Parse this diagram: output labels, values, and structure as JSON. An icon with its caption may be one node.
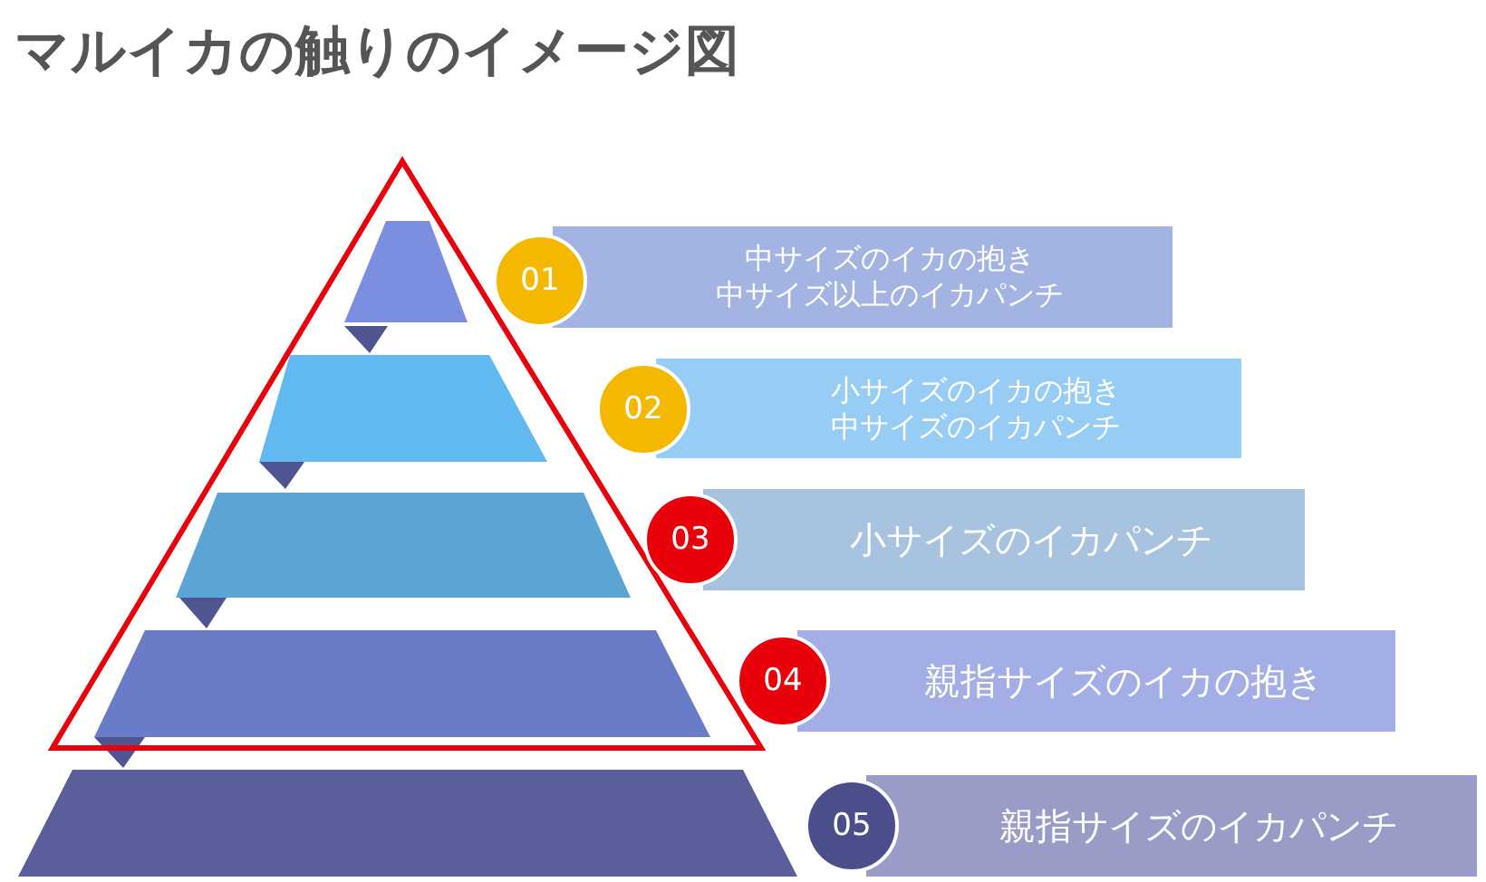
{
  "diagram": {
    "title": "マルイカの触りのイメージ図",
    "nodes": [
      {
        "text": [],
        "shape": "trapezoid"
      },
      {
        "text": [],
        "shape": "trapezoid"
      },
      {
        "text": [],
        "shape": "trapezoid"
      },
      {
        "text": [],
        "shape": "trapezoid"
      },
      {
        "text": [],
        "shape": "trapezoid"
      },
      {
        "text": [
          "01"
        ]
      },
      {
        "text": [
          "中サイズのイカの抱き",
          "中サイズ以上のイカパンチ"
        ]
      },
      {
        "text": [
          "02"
        ]
      },
      {
        "text": [
          "小サイズのイカの抱き",
          "中サイズのイカパンチ"
        ]
      },
      {
        "text": [
          "03"
        ]
      },
      {
        "text": [
          "小サイズのイカパンチ"
        ]
      },
      {
        "text": [
          "04"
        ]
      },
      {
        "text": [
          "親指サイズのイカの抱き"
        ]
      },
      {
        "text": [
          "05"
        ]
      },
      {
        "text": [
          "親指サイズのイカパンチ"
        ]
      }
    ]
  }
}
